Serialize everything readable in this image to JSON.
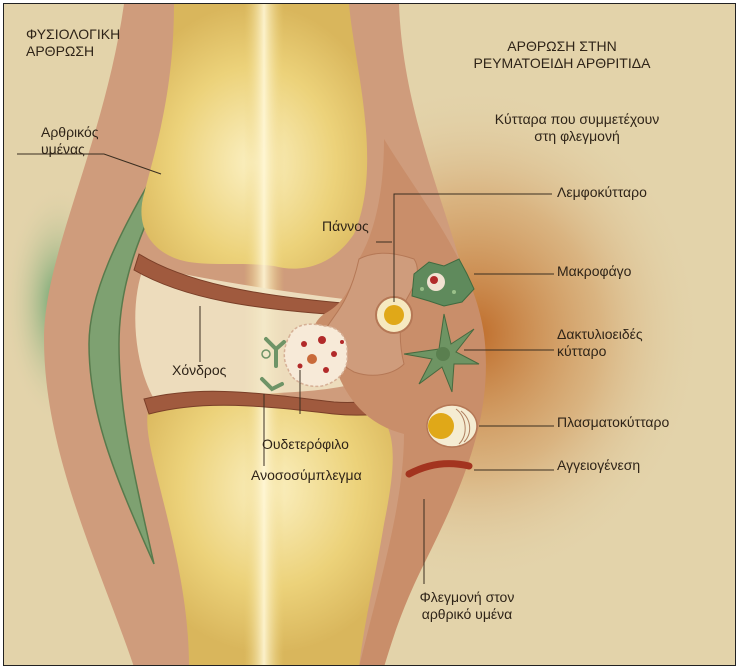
{
  "title_left": [
    "ΦΥΣΙΟΛΟΓΙΚΗ",
    "ΑΡΘΡΩΣΗ"
  ],
  "title_right": [
    "ΑΡΘΡΩΣΗ ΣΤΗΝ",
    "ΡΕΥΜΑΤΟΕΙΔΗ ΑΡΘΡΙΤΙΔΑ"
  ],
  "cells_heading": [
    "Κύτταρα που συμμετέχουν",
    "στη φλεγμονή"
  ],
  "labels": {
    "synovial_membrane": [
      "Αρθρικός",
      "υμένας"
    ],
    "pannus": "Πάννος",
    "cartilage": "Χόνδρος",
    "neutrophil": "Ουδετερόφιλο",
    "immune_complex": "Ανοσοσύμπλεγμα",
    "lymphocyte": "Λεμφοκύτταρο",
    "macrophage": "Μακροφάγο",
    "dendritic_cell": [
      "Δακτυλιοειδές",
      "κύτταρο"
    ],
    "plasma_cell": "Πλασματοκύτταρο",
    "angiogenesis": "Αγγειογένεση",
    "synovial_inflammation": [
      "Φλεγμονή στον",
      "αρθρικό υμένα"
    ]
  },
  "colors": {
    "background": "#e3d3aa",
    "bone": "#e8cf72",
    "inflammation_glow": "#c0661a",
    "capsule": "#cf9c7c",
    "synovium_green": "#7ea171",
    "cartilage": "#a05a3e",
    "label_text": "#2f2418"
  }
}
